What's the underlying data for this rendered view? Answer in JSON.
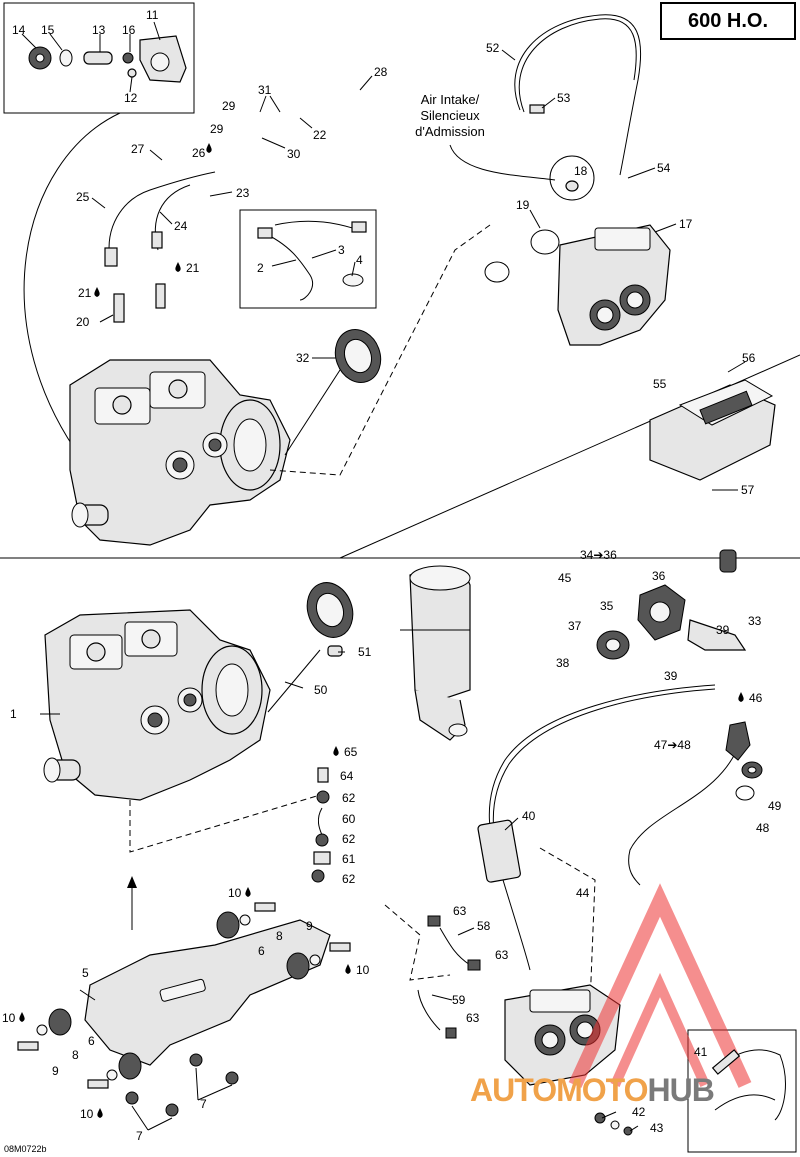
{
  "model_label": "600 H.O.",
  "intake_note": "Air Intake/\nSilencieux\nd'Admission",
  "diagram_code": "08M0722b",
  "watermark": {
    "part1": "AUTOMOTO",
    "part2": "HUB"
  },
  "drop_icon": "oil-drop-icon",
  "callouts": [
    {
      "text": "14"
    },
    {
      "text": "15"
    },
    {
      "text": "13"
    },
    {
      "text": "16"
    },
    {
      "text": "11"
    },
    {
      "text": "12"
    },
    {
      "text": "52"
    },
    {
      "text": "53"
    },
    {
      "text": "28"
    },
    {
      "text": "31"
    },
    {
      "text": "29"
    },
    {
      "text": "22"
    },
    {
      "text": "29"
    },
    {
      "text": "30"
    },
    {
      "text": "27"
    },
    {
      "text": "26"
    },
    {
      "text": "23"
    },
    {
      "text": "25"
    },
    {
      "text": "24"
    },
    {
      "text": "18"
    },
    {
      "text": "54"
    },
    {
      "text": "19"
    },
    {
      "text": "17"
    },
    {
      "text": "2"
    },
    {
      "text": "3"
    },
    {
      "text": "4"
    },
    {
      "text": "21"
    },
    {
      "text": "21"
    },
    {
      "text": "20"
    },
    {
      "text": "32"
    },
    {
      "text": "56"
    },
    {
      "text": "55"
    },
    {
      "text": "57"
    },
    {
      "text": "34➔36"
    },
    {
      "text": "45"
    },
    {
      "text": "36"
    },
    {
      "text": "35"
    },
    {
      "text": "33"
    },
    {
      "text": "37"
    },
    {
      "text": "39"
    },
    {
      "text": "38"
    },
    {
      "text": "39"
    },
    {
      "text": "51"
    },
    {
      "text": "1"
    },
    {
      "text": "50"
    },
    {
      "text": "46"
    },
    {
      "text": "47➔48"
    },
    {
      "text": "65"
    },
    {
      "text": "64"
    },
    {
      "text": "62"
    },
    {
      "text": "60"
    },
    {
      "text": "62"
    },
    {
      "text": "61"
    },
    {
      "text": "62"
    },
    {
      "text": "40"
    },
    {
      "text": "49"
    },
    {
      "text": "48"
    },
    {
      "text": "44"
    },
    {
      "text": "10"
    },
    {
      "text": "9"
    },
    {
      "text": "63"
    },
    {
      "text": "58"
    },
    {
      "text": "8"
    },
    {
      "text": "6"
    },
    {
      "text": "63"
    },
    {
      "text": "10"
    },
    {
      "text": "5"
    },
    {
      "text": "59"
    },
    {
      "text": "10"
    },
    {
      "text": "63"
    },
    {
      "text": "6"
    },
    {
      "text": "8"
    },
    {
      "text": "9"
    },
    {
      "text": "7"
    },
    {
      "text": "10"
    },
    {
      "text": "7"
    },
    {
      "text": "41"
    },
    {
      "text": "42"
    },
    {
      "text": "43"
    }
  ]
}
